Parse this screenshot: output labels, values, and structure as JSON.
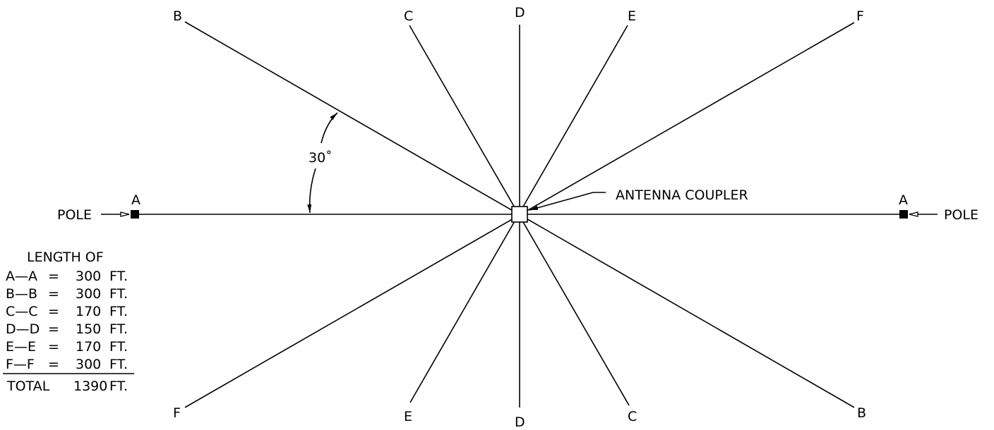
{
  "diagram": {
    "wires": [
      {
        "id": "A-A",
        "end1_label": "A",
        "end2_label": "A"
      },
      {
        "id": "B-B",
        "end1_label": "B",
        "end2_label": "B"
      },
      {
        "id": "C-C",
        "end1_label": "C",
        "end2_label": "C"
      },
      {
        "id": "D-D",
        "end1_label": "D",
        "end2_label": "D"
      },
      {
        "id": "E-E",
        "end1_label": "E",
        "end2_label": "E"
      },
      {
        "id": "F-F",
        "end1_label": "F",
        "end2_label": "F"
      }
    ],
    "pole_left_label": "POLE",
    "pole_right_label": "POLE",
    "coupler_label": "ANTENNA COUPLER",
    "angle_label": "30˚"
  },
  "lengths_table": {
    "title": "LENGTH OF",
    "rows": [
      {
        "wire": "A—A",
        "eq": "=",
        "value": "300",
        "unit": "FT."
      },
      {
        "wire": "B—B",
        "eq": "=",
        "value": "300",
        "unit": "FT."
      },
      {
        "wire": "C—C",
        "eq": "=",
        "value": "170",
        "unit": "FT."
      },
      {
        "wire": "D—D",
        "eq": "=",
        "value": "150",
        "unit": "FT."
      },
      {
        "wire": "E—E",
        "eq": "=",
        "value": "170",
        "unit": "FT."
      },
      {
        "wire": "F—F",
        "eq": "=",
        "value": "300",
        "unit": "FT."
      }
    ],
    "total_label": "TOTAL",
    "total_value": "1390",
    "total_unit": "FT."
  }
}
